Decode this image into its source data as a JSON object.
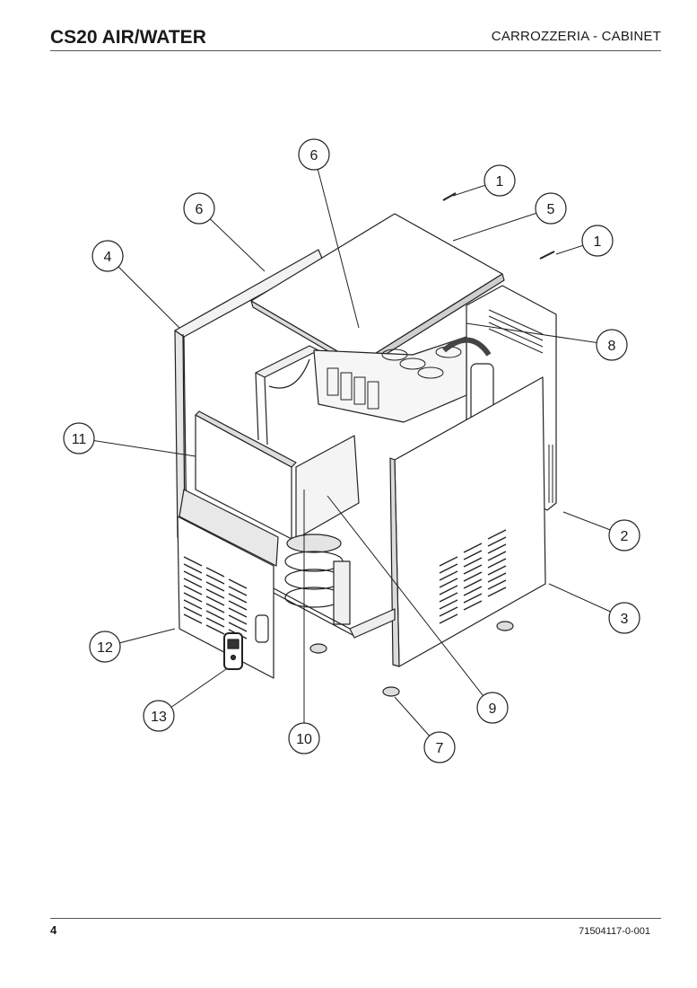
{
  "header": {
    "title": "CS20 AIR/WATER",
    "section": "CARROZZERIA - CABINET"
  },
  "footer": {
    "page_number": "4",
    "document_code": "71504117-0-001"
  },
  "callouts": [
    "1",
    "1",
    "2",
    "3",
    "4",
    "5",
    "6",
    "6",
    "7",
    "8",
    "9",
    "10",
    "11",
    "12",
    "13"
  ]
}
